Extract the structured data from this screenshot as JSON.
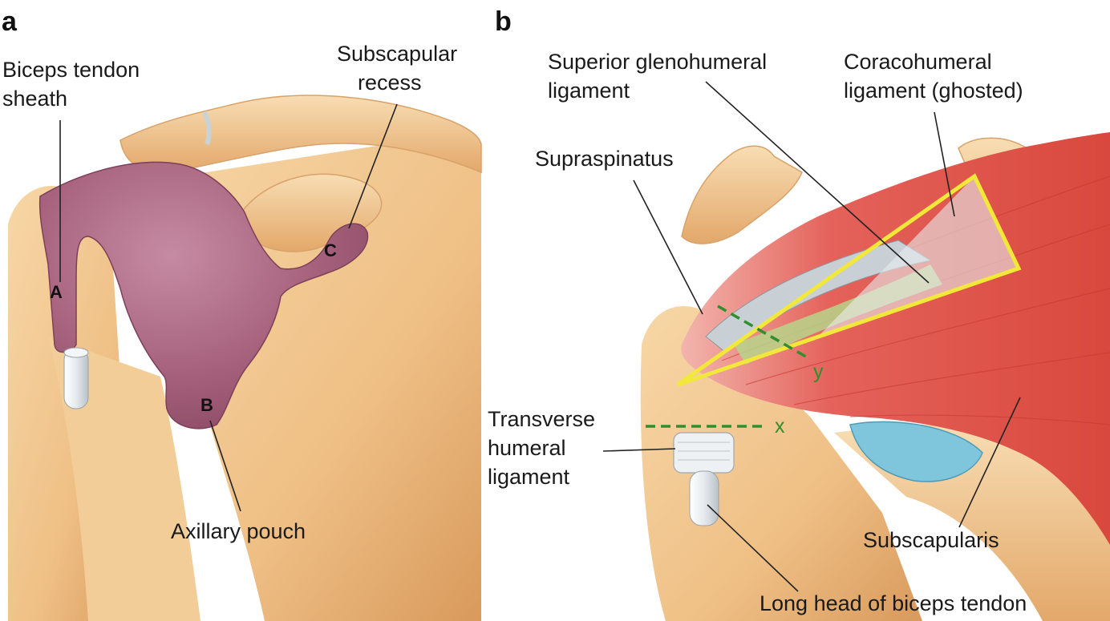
{
  "panel_a": {
    "letter": "a",
    "labels": {
      "biceps_sheath": [
        "Biceps tendon",
        "sheath"
      ],
      "subscapular_recess": [
        "Subscapular",
        "recess"
      ],
      "axillary_pouch": "Axillary pouch"
    },
    "markers": {
      "A": "A",
      "B": "B",
      "C": "C"
    }
  },
  "panel_b": {
    "letter": "b",
    "labels": {
      "superior_gh": [
        "Superior glenohumeral",
        "ligament"
      ],
      "coracohumeral": [
        "Coracohumeral",
        "ligament (ghosted)"
      ],
      "supraspinatus": "Supraspinatus",
      "transverse_humeral": [
        "Transverse",
        "humeral",
        "ligament"
      ],
      "subscapularis": "Subscapularis",
      "long_head_biceps": "Long head of biceps tendon"
    },
    "axis_markers": {
      "x": "x",
      "y": "y"
    }
  },
  "colors": {
    "bone": "#f2c58e",
    "bone_shadow": "#d99a5c",
    "capsule": "#a8647e",
    "muscle": "#e0574a",
    "ligament_grey": "#c8d0d6",
    "ligament_green": "#b7d58a",
    "outline_yellow": "#f2e83a",
    "section_green": "#2f8f2f",
    "bursa_blue": "#7fc6dc"
  }
}
